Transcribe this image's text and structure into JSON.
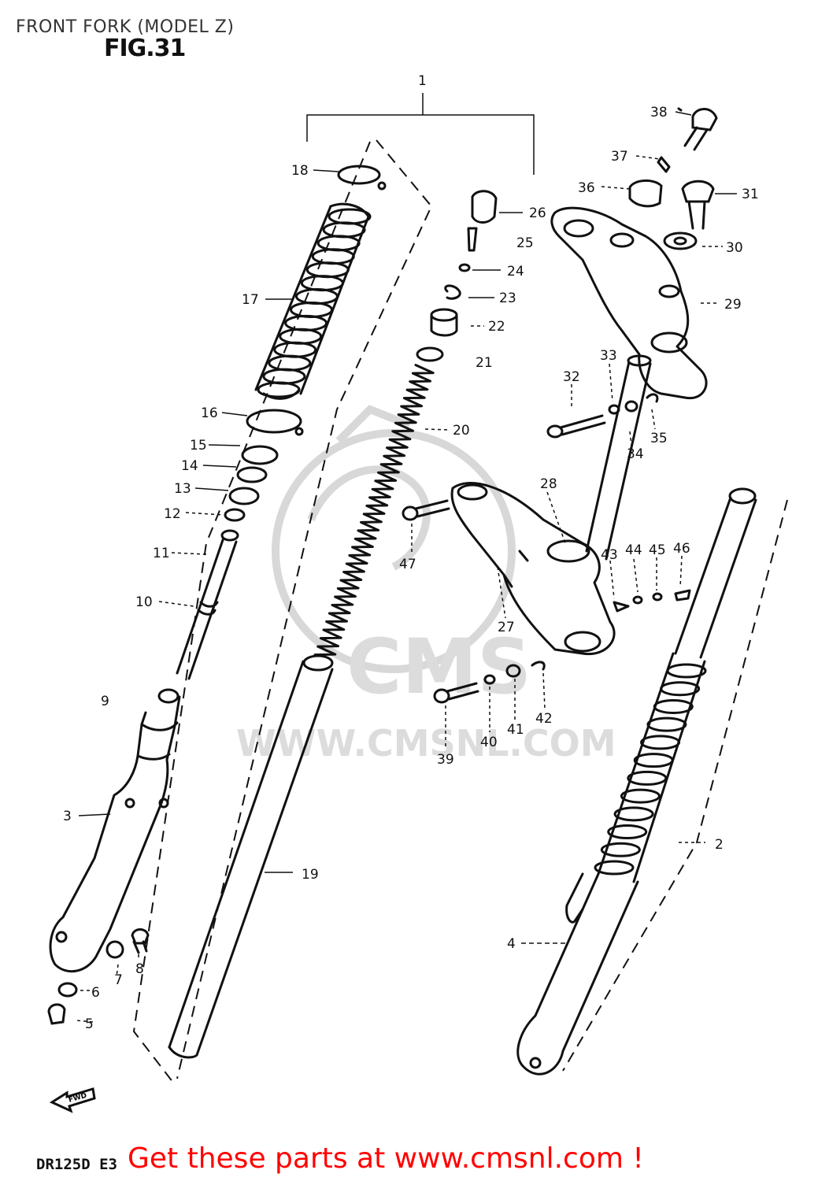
{
  "header": {
    "title": "FRONT FORK (MODEL Z)",
    "figure": "FIG.31"
  },
  "watermark": {
    "brand": "CMS",
    "url": "WWW.CMSNL.COM"
  },
  "footer": {
    "model_code": "DR125D E3",
    "cta": "Get these parts at www.cmsnl.com !"
  },
  "colors": {
    "cta": "#ff0000",
    "lines": "#111111",
    "watermark": "#d8d8d8"
  },
  "callouts": [
    "1",
    "2",
    "3",
    "4",
    "5",
    "6",
    "7",
    "8",
    "9",
    "10",
    "11",
    "12",
    "13",
    "14",
    "15",
    "16",
    "17",
    "18",
    "19",
    "20",
    "21",
    "22",
    "23",
    "24",
    "25",
    "26",
    "27",
    "28",
    "29",
    "30",
    "31",
    "32",
    "33",
    "34",
    "35",
    "36",
    "37",
    "38",
    "39",
    "40",
    "41",
    "42",
    "43",
    "44",
    "45",
    "46",
    "47"
  ]
}
